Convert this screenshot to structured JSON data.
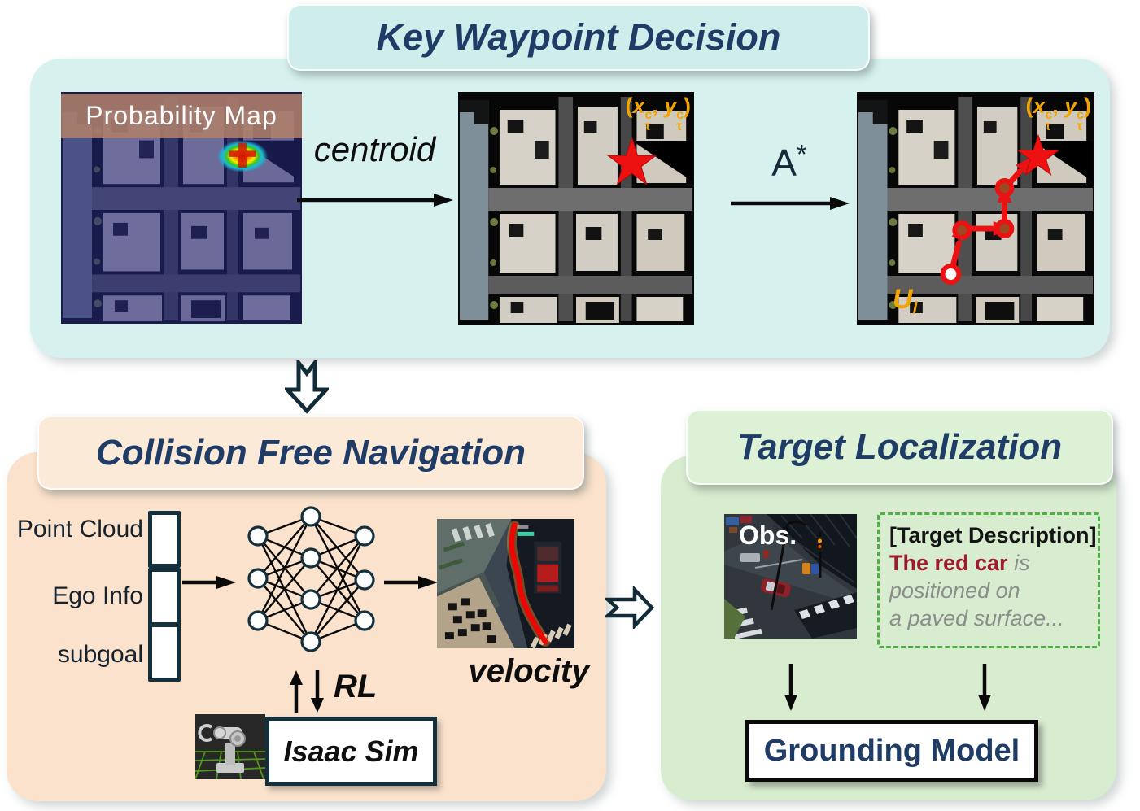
{
  "sections": {
    "key_waypoint": {
      "title": "Key Waypoint Decision",
      "probability_map_label": "Probability Map",
      "centroid_label": "centroid",
      "astar": {
        "base": "A",
        "sup": "*"
      },
      "coord": {
        "open": "(",
        "x": "x",
        "x_sup": "c",
        "x_sub": "τ",
        "sep": ", ",
        "y": "y",
        "y_sup": "c",
        "y_sub": "τ",
        "close": ")"
      },
      "start_label": {
        "base": "U",
        "sub": "l"
      }
    },
    "collision_free": {
      "title": "Collision Free Navigation",
      "inputs": [
        {
          "label": "Point Cloud"
        },
        {
          "label": "Ego Info"
        },
        {
          "label": "subgoal"
        }
      ],
      "rl_label": "RL",
      "isaac_label": "Isaac Sim",
      "velocity_label": "velocity"
    },
    "target_localization": {
      "title": "Target Localization",
      "obs_label": "Obs.",
      "target_description": {
        "header": "[Target Description]",
        "subject": "The red car",
        "line1_rest": " is",
        "line2": "positioned on",
        "line3": "a paved surface..."
      },
      "grounding_label": "Grounding Model"
    }
  },
  "colors": {
    "cyan_panel": "#d7f2ee",
    "orange_panel": "#fbe2cc",
    "green_panel": "#d8edd0",
    "navy_text": "#1f3c66",
    "path_red": "#ee1111",
    "gold_label": "#f2a500",
    "dark_red_text": "#9e1c2c",
    "gray_text": "#8c8c8c",
    "dashed_green": "#4fae46"
  }
}
